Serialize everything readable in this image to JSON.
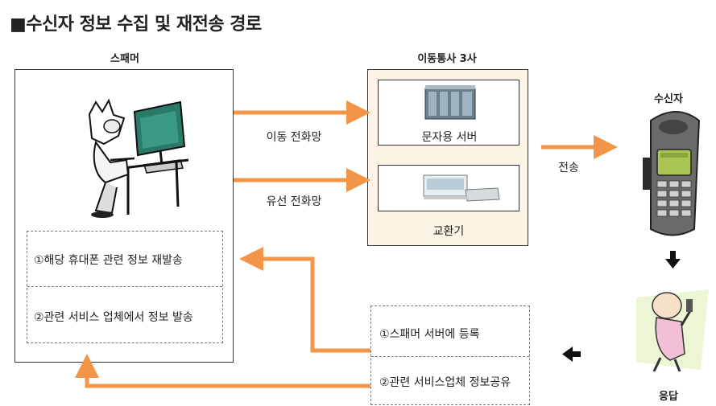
{
  "title": "■수신자 정보 수집 및 재전송 경로",
  "spammer": {
    "label": "스패머",
    "actions": [
      "①해당 휴대폰 관련 정보 재발송",
      "②관련 서비스 업체에서 정보 발송"
    ]
  },
  "carrier": {
    "label": "이동통사 3사",
    "servers": [
      {
        "caption": "문자용 서버"
      },
      {
        "caption": "교환기"
      }
    ]
  },
  "arrows": {
    "mobile_network": "이동 전화망",
    "wired_network": "유선 전화망",
    "transmit": "전송"
  },
  "recipient": {
    "label": "수신자"
  },
  "response": {
    "label": "응답"
  },
  "collection": {
    "items": [
      "①스패머 서버에 등록",
      "②관련 서비스업체 정보공유"
    ]
  },
  "colors": {
    "arrow": "#f39549",
    "carrier_bg": "#fbf3e3"
  }
}
